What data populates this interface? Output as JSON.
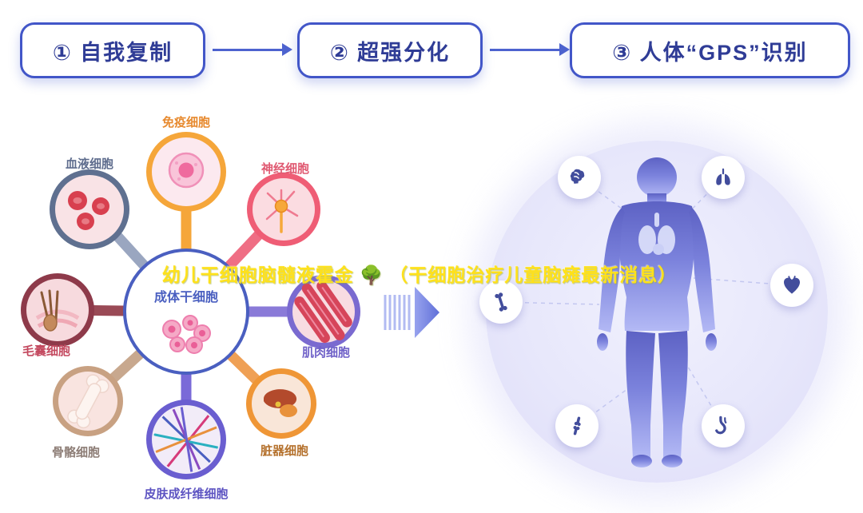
{
  "flow_steps": [
    {
      "label": "① 自我复制"
    },
    {
      "label": "② 超强分化"
    },
    {
      "label": "③ 人体“GPS”识别"
    }
  ],
  "overlay_title": "幼儿干细胞脑髓液霍金 🌳 （干细胞治疗儿童脑瘫最新消息）",
  "stem_cell_diagram": {
    "center_label": "成体干细胞",
    "cells": [
      {
        "label": "免疫细胞",
        "color": "#e78a2f"
      },
      {
        "label": "血液细胞",
        "color": "#5f6d8e"
      },
      {
        "label": "神经细胞",
        "color": "#e05a72"
      },
      {
        "label": "毛囊细胞",
        "color": "#c44a60"
      },
      {
        "label": "肌肉细胞",
        "color": "#6f61c8"
      },
      {
        "label": "骨骼细胞",
        "color": "#8d7d76"
      },
      {
        "label": "脏器细胞",
        "color": "#b5722e"
      },
      {
        "label": "皮肤成纤维细胞",
        "color": "#5e55c2"
      }
    ]
  },
  "body_panel": {
    "organ_icons": [
      "brain-icon",
      "lungs-icon",
      "bone-icon",
      "heart-icon",
      "knee-joint-icon",
      "stomach-icon"
    ]
  },
  "colors": {
    "step_border": "#4256c8",
    "step_text": "#2f3c96",
    "flow_arrow": "#4d63cf",
    "title_yellow": "#ffe11a",
    "body_circle_bg": "#e6e6fa",
    "body_silhouette": "#7b82dc",
    "organ_icon_blue": "#424d9c",
    "center_ring_blue": "#4a5fc0"
  }
}
